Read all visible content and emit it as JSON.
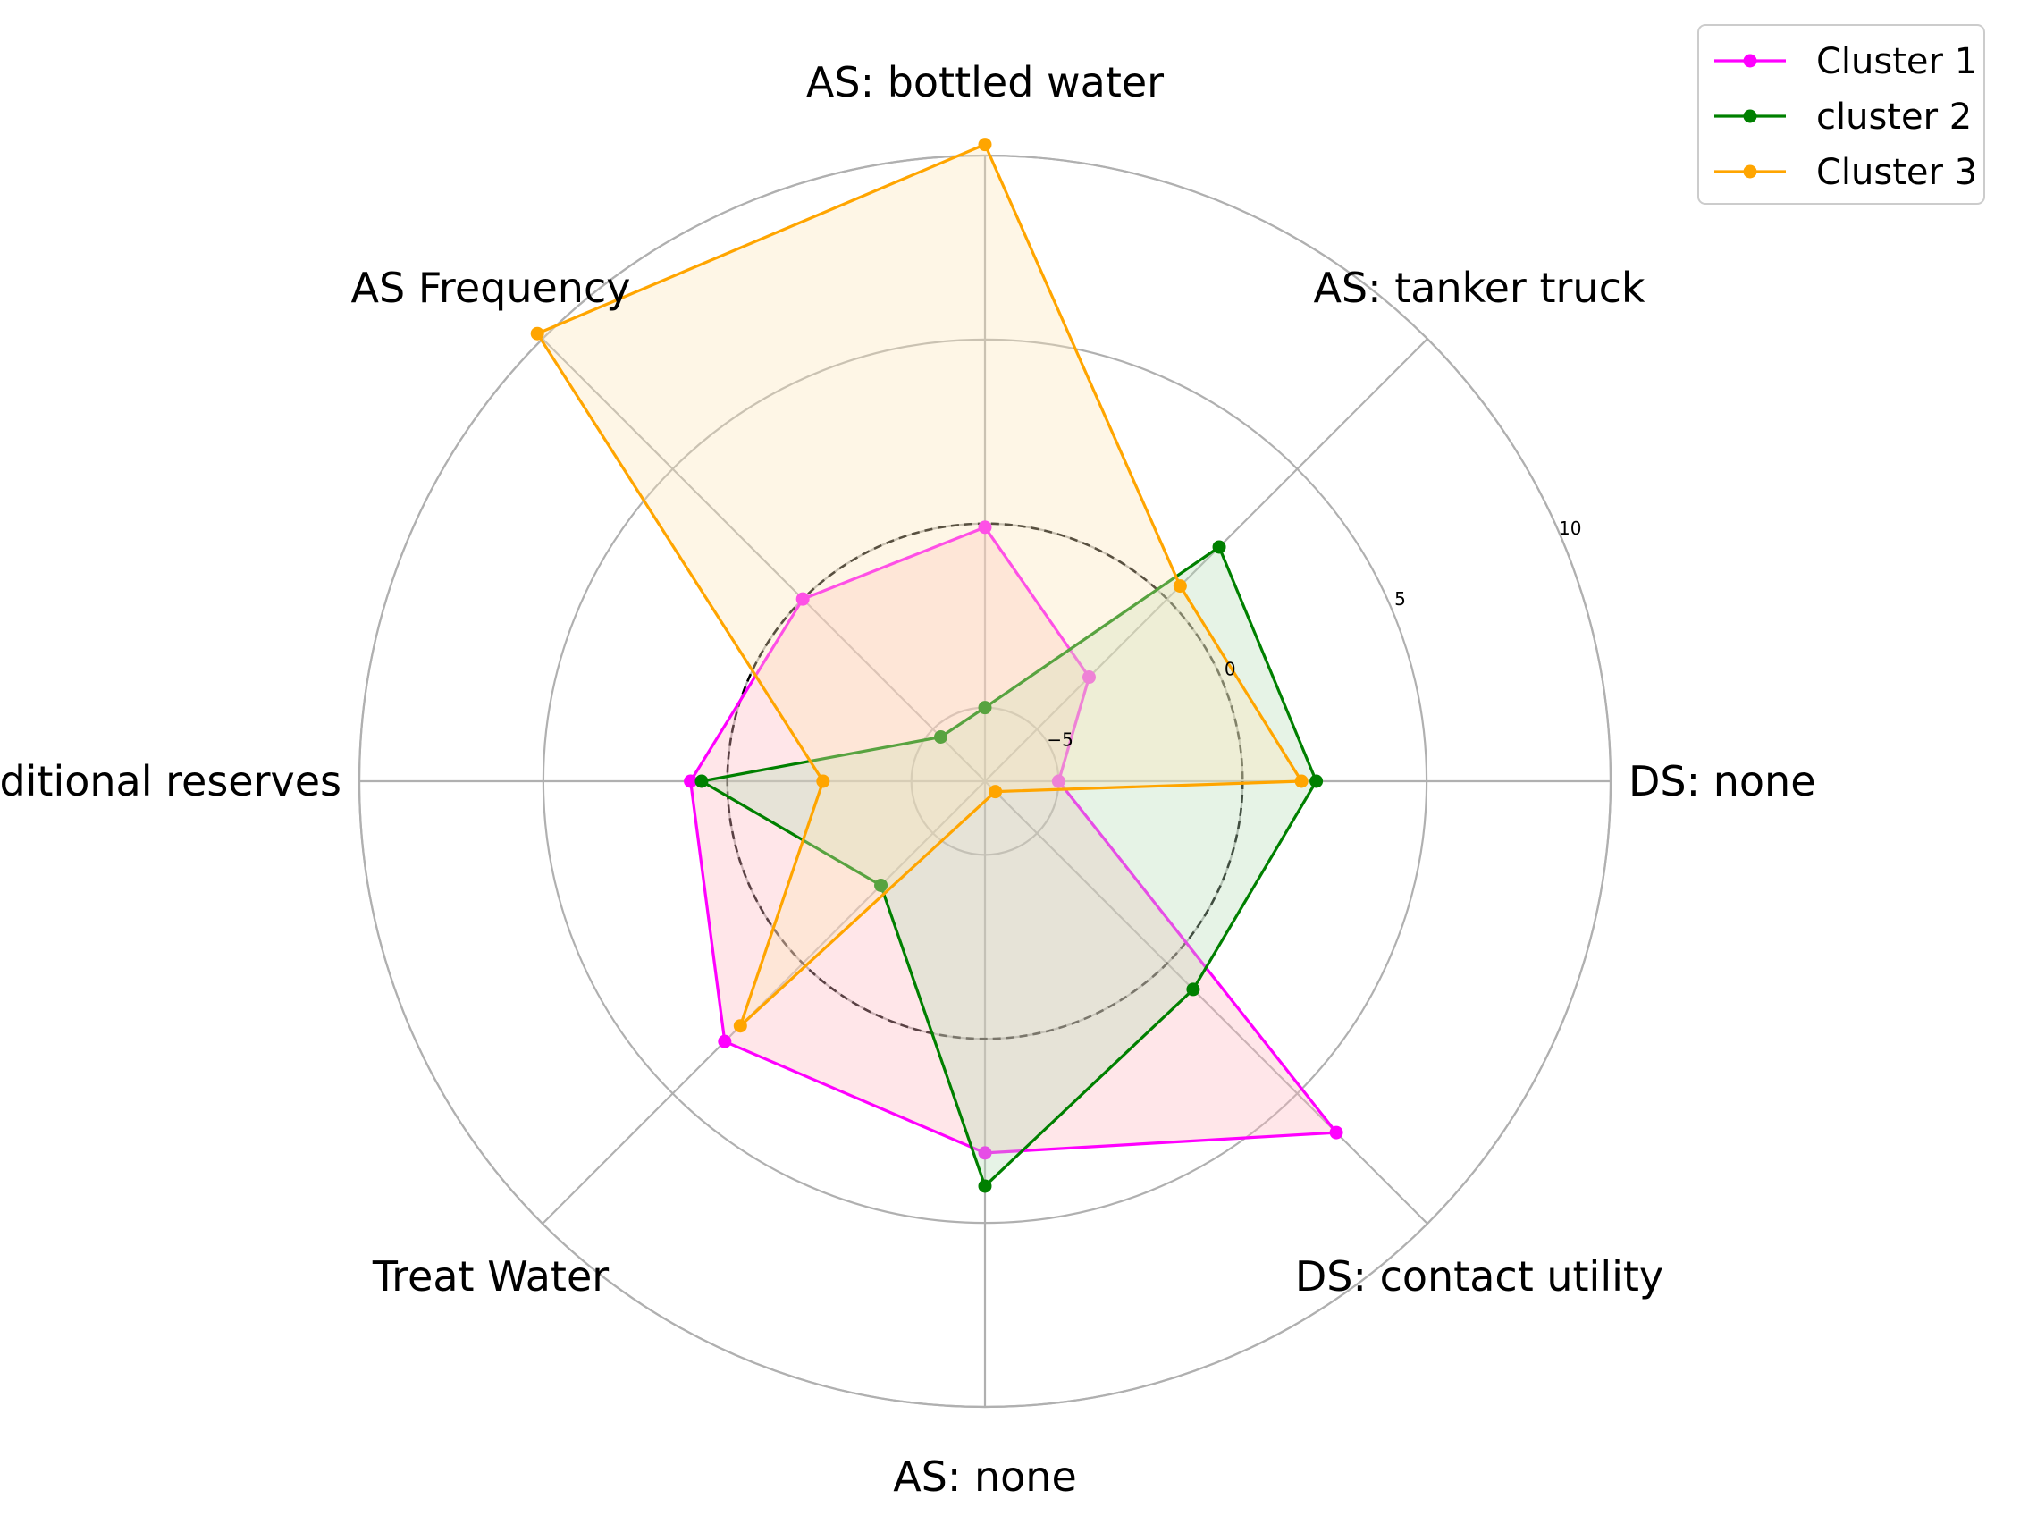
{
  "chart_data": {
    "type": "radar",
    "title": "",
    "axes": [
      "DS: none",
      "AS: tanker truck",
      "AS: bottled water",
      "AS Frequency",
      "DS: additional reserves",
      "Treat Water",
      "AS: none",
      "DS: contact utility"
    ],
    "radial_ticks": [
      "−5",
      "0",
      "5",
      "10"
    ],
    "radial_tick_values": [
      -5,
      0,
      5,
      10
    ],
    "rlim": [
      -7,
      10
    ],
    "reference_circle": 0,
    "grid": true,
    "legend_position": "top-right",
    "series": [
      {
        "name": "Cluster 1",
        "color": "#ff00ff",
        "fill": "#ffb6c1",
        "values": [
          -5,
          -3,
          -0.1,
          0,
          1.0,
          3.0,
          3.1,
          6.5
        ]
      },
      {
        "name": "cluster 2",
        "color": "#008000",
        "fill": "#b6dcb6",
        "values": [
          2.0,
          2.0,
          -5.0,
          -5.3,
          0.7,
          -3.0,
          4.0,
          1.0
        ]
      },
      {
        "name": "Cluster 3",
        "color": "#ffa500",
        "fill": "#fde6b8",
        "values": [
          1.6,
          0.5,
          10.3,
          10.2,
          -2.6,
          2.4,
          null,
          -6.6
        ]
      }
    ]
  }
}
